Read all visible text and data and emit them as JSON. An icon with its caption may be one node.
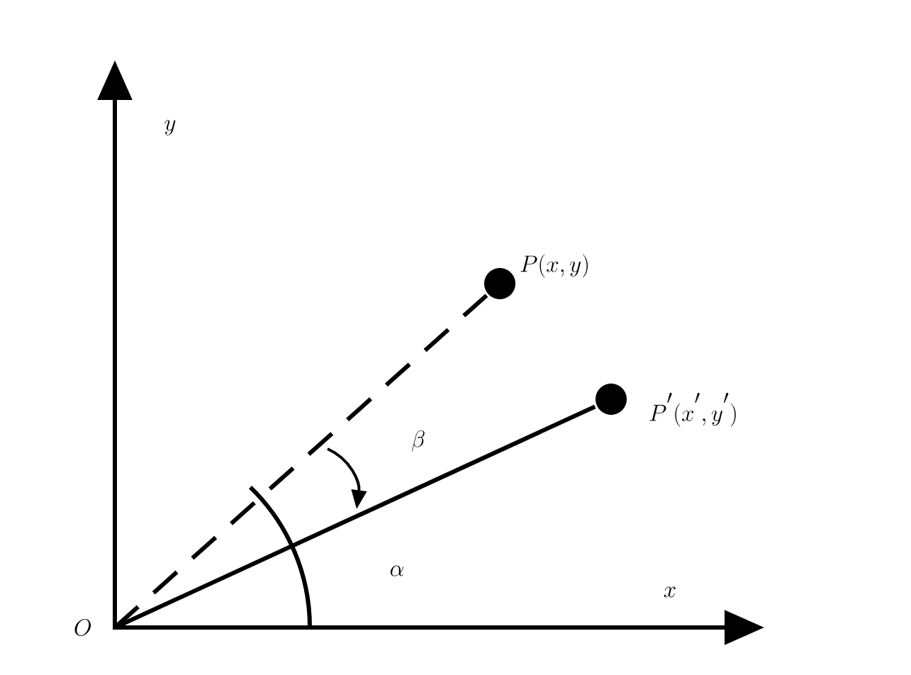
{
  "diagram": {
    "nodes": [
      {
        "text": [
          "O"
        ]
      },
      {
        "text": [
          "P(x,y)"
        ]
      },
      {
        "text": [
          "P^{'}(x^{'},y^{'})"
        ]
      }
    ],
    "edges": [
      {
        "from": 0,
        "to": 1,
        "arrow": "none",
        "style": "dashed"
      },
      {
        "from": 0,
        "to": 2,
        "arrow": "none"
      }
    ],
    "labels": [
      "y",
      "\\beta",
      "\\alpha",
      "x"
    ]
  }
}
